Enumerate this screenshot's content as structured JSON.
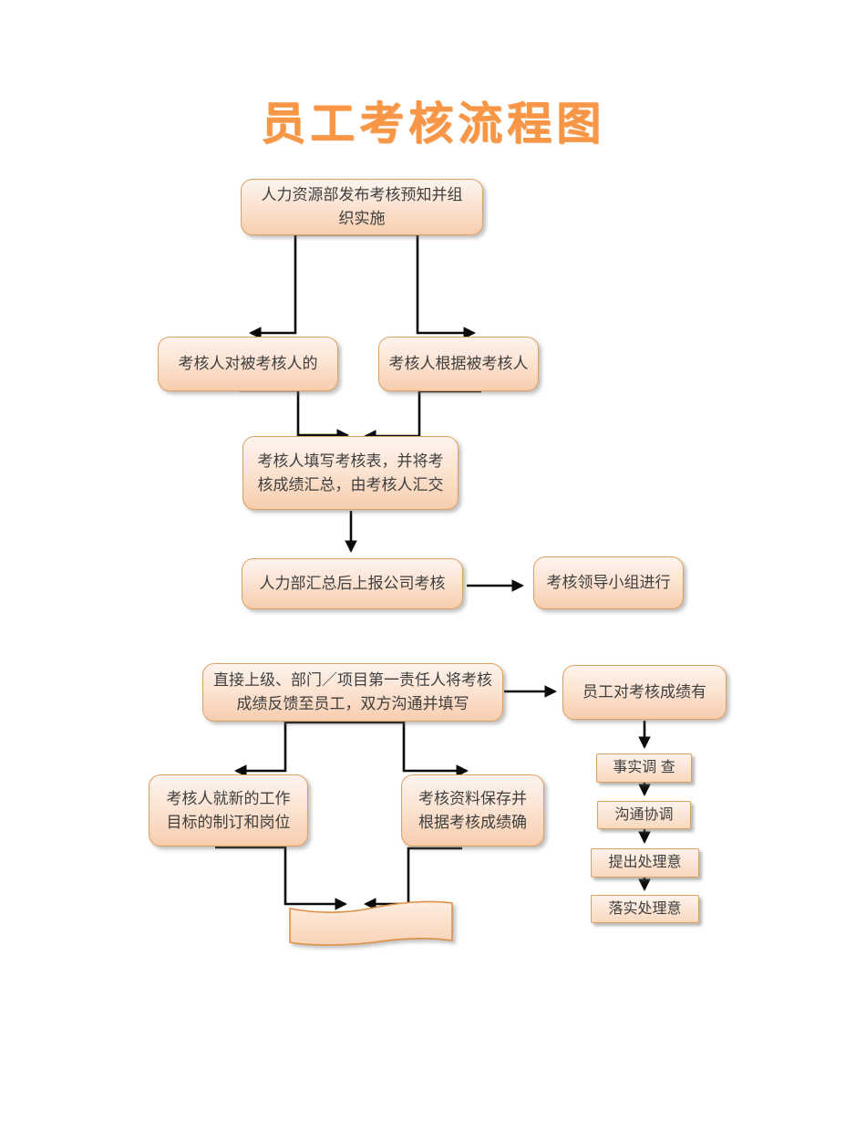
{
  "title": "员工考核流程图",
  "colors": {
    "title_orange": "#F79646",
    "box_border": "#DFA05F",
    "box_fill_top": "#FDF4EE",
    "box_fill_bottom": "#F8CDAE",
    "connector": "#0B0B0B",
    "text": "#3F3F3F"
  },
  "flow": {
    "nodes": {
      "hr_publish": "人力资源部发布考核预知并组织实施",
      "assessor_left": "考核人对被考核人的",
      "assessor_right": "考核人根据被考核人",
      "fill_form": "考核人填写考核表，并将考核成绩汇总，由考核人汇交",
      "hr_report": "人力部汇总后上报公司考核",
      "leader_group": "考核领导小组进行",
      "feedback": "直接上级、部门／项目第一责任人将考核成绩反馈至员工，双方沟通并填写",
      "employee_objection": "员工对考核成绩有",
      "new_goals": "考核人就新的工作目标的制订和岗位",
      "archive": "考核资料保存并根据考核成绩确",
      "steps": [
        "事实调 查",
        "沟通协调",
        "提出处理意",
        "落实处理意"
      ]
    }
  }
}
